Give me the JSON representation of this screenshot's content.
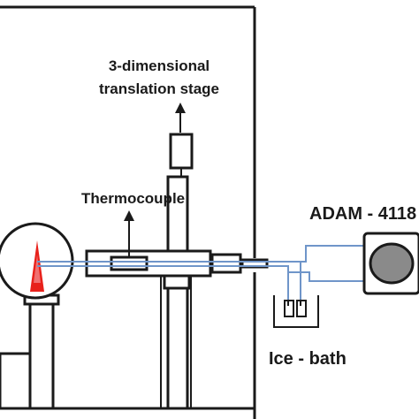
{
  "labels": {
    "stage_line1": "3-dimensional",
    "stage_line2": "translation stage",
    "thermocouple": "Thermocouple",
    "adam": "ADAM - 4118",
    "ice_bath": "Ice - bath"
  },
  "colors": {
    "outline": "#1a1a1a",
    "probe_line": "#6f95c9",
    "flame_red": "#e8211b",
    "flame_core": "#f07070",
    "meter_gray": "#8a8a8a"
  }
}
